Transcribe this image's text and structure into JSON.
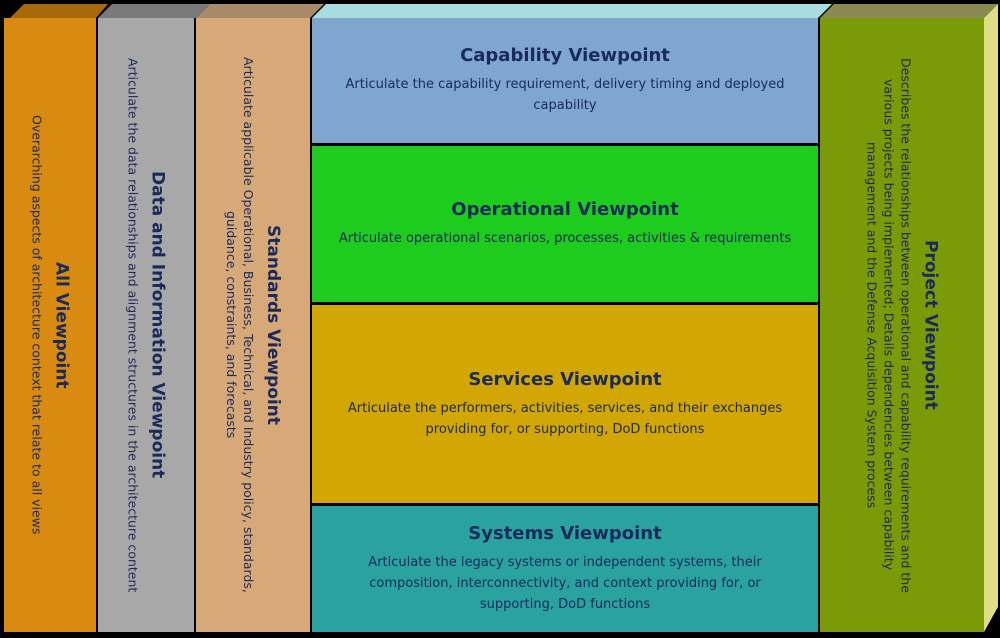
{
  "colors": {
    "all": "#d98a10",
    "data": "#a8a8a8",
    "standards": "#d7a878",
    "capability": "#7ea6cf",
    "operational": "#1ecc1e",
    "services": "#d3a703",
    "systems": "#2aa3a0",
    "project": "#7a9a08"
  },
  "all": {
    "title": "All Viewpoint",
    "desc": "Overarching aspects of architecture context that relate to all views"
  },
  "data": {
    "title": "Data and Information Viewpoint",
    "desc": "Articulate the data relationships and alignment structures in the architecture content"
  },
  "standards": {
    "title": "Standards Viewpoint",
    "desc": "Articulate applicable Operational, Business, Technical, and Industry policy, standards, guidance, constraints, and forecasts"
  },
  "capability": {
    "title": "Capability Viewpoint",
    "desc": "Articulate the capability requirement, delivery timing and deployed capability"
  },
  "operational": {
    "title": "Operational Viewpoint",
    "desc": "Articulate operational scenarios, processes, activities & requirements"
  },
  "services": {
    "title": "Services Viewpoint",
    "desc": "Articulate the performers, activities, services, and their exchanges providing for, or supporting, DoD functions"
  },
  "systems": {
    "title": "Systems Viewpoint",
    "desc": "Articulate the legacy systems or independent systems, their composition, interconnectivity, and context providing for, or supporting, DoD functions"
  },
  "project": {
    "title": "Project Viewpoint",
    "desc": "Describes the relationships between operational and capability requirements and the various projects being implemented; Details dependencies between capability management and the Defense Acquisition System process"
  }
}
